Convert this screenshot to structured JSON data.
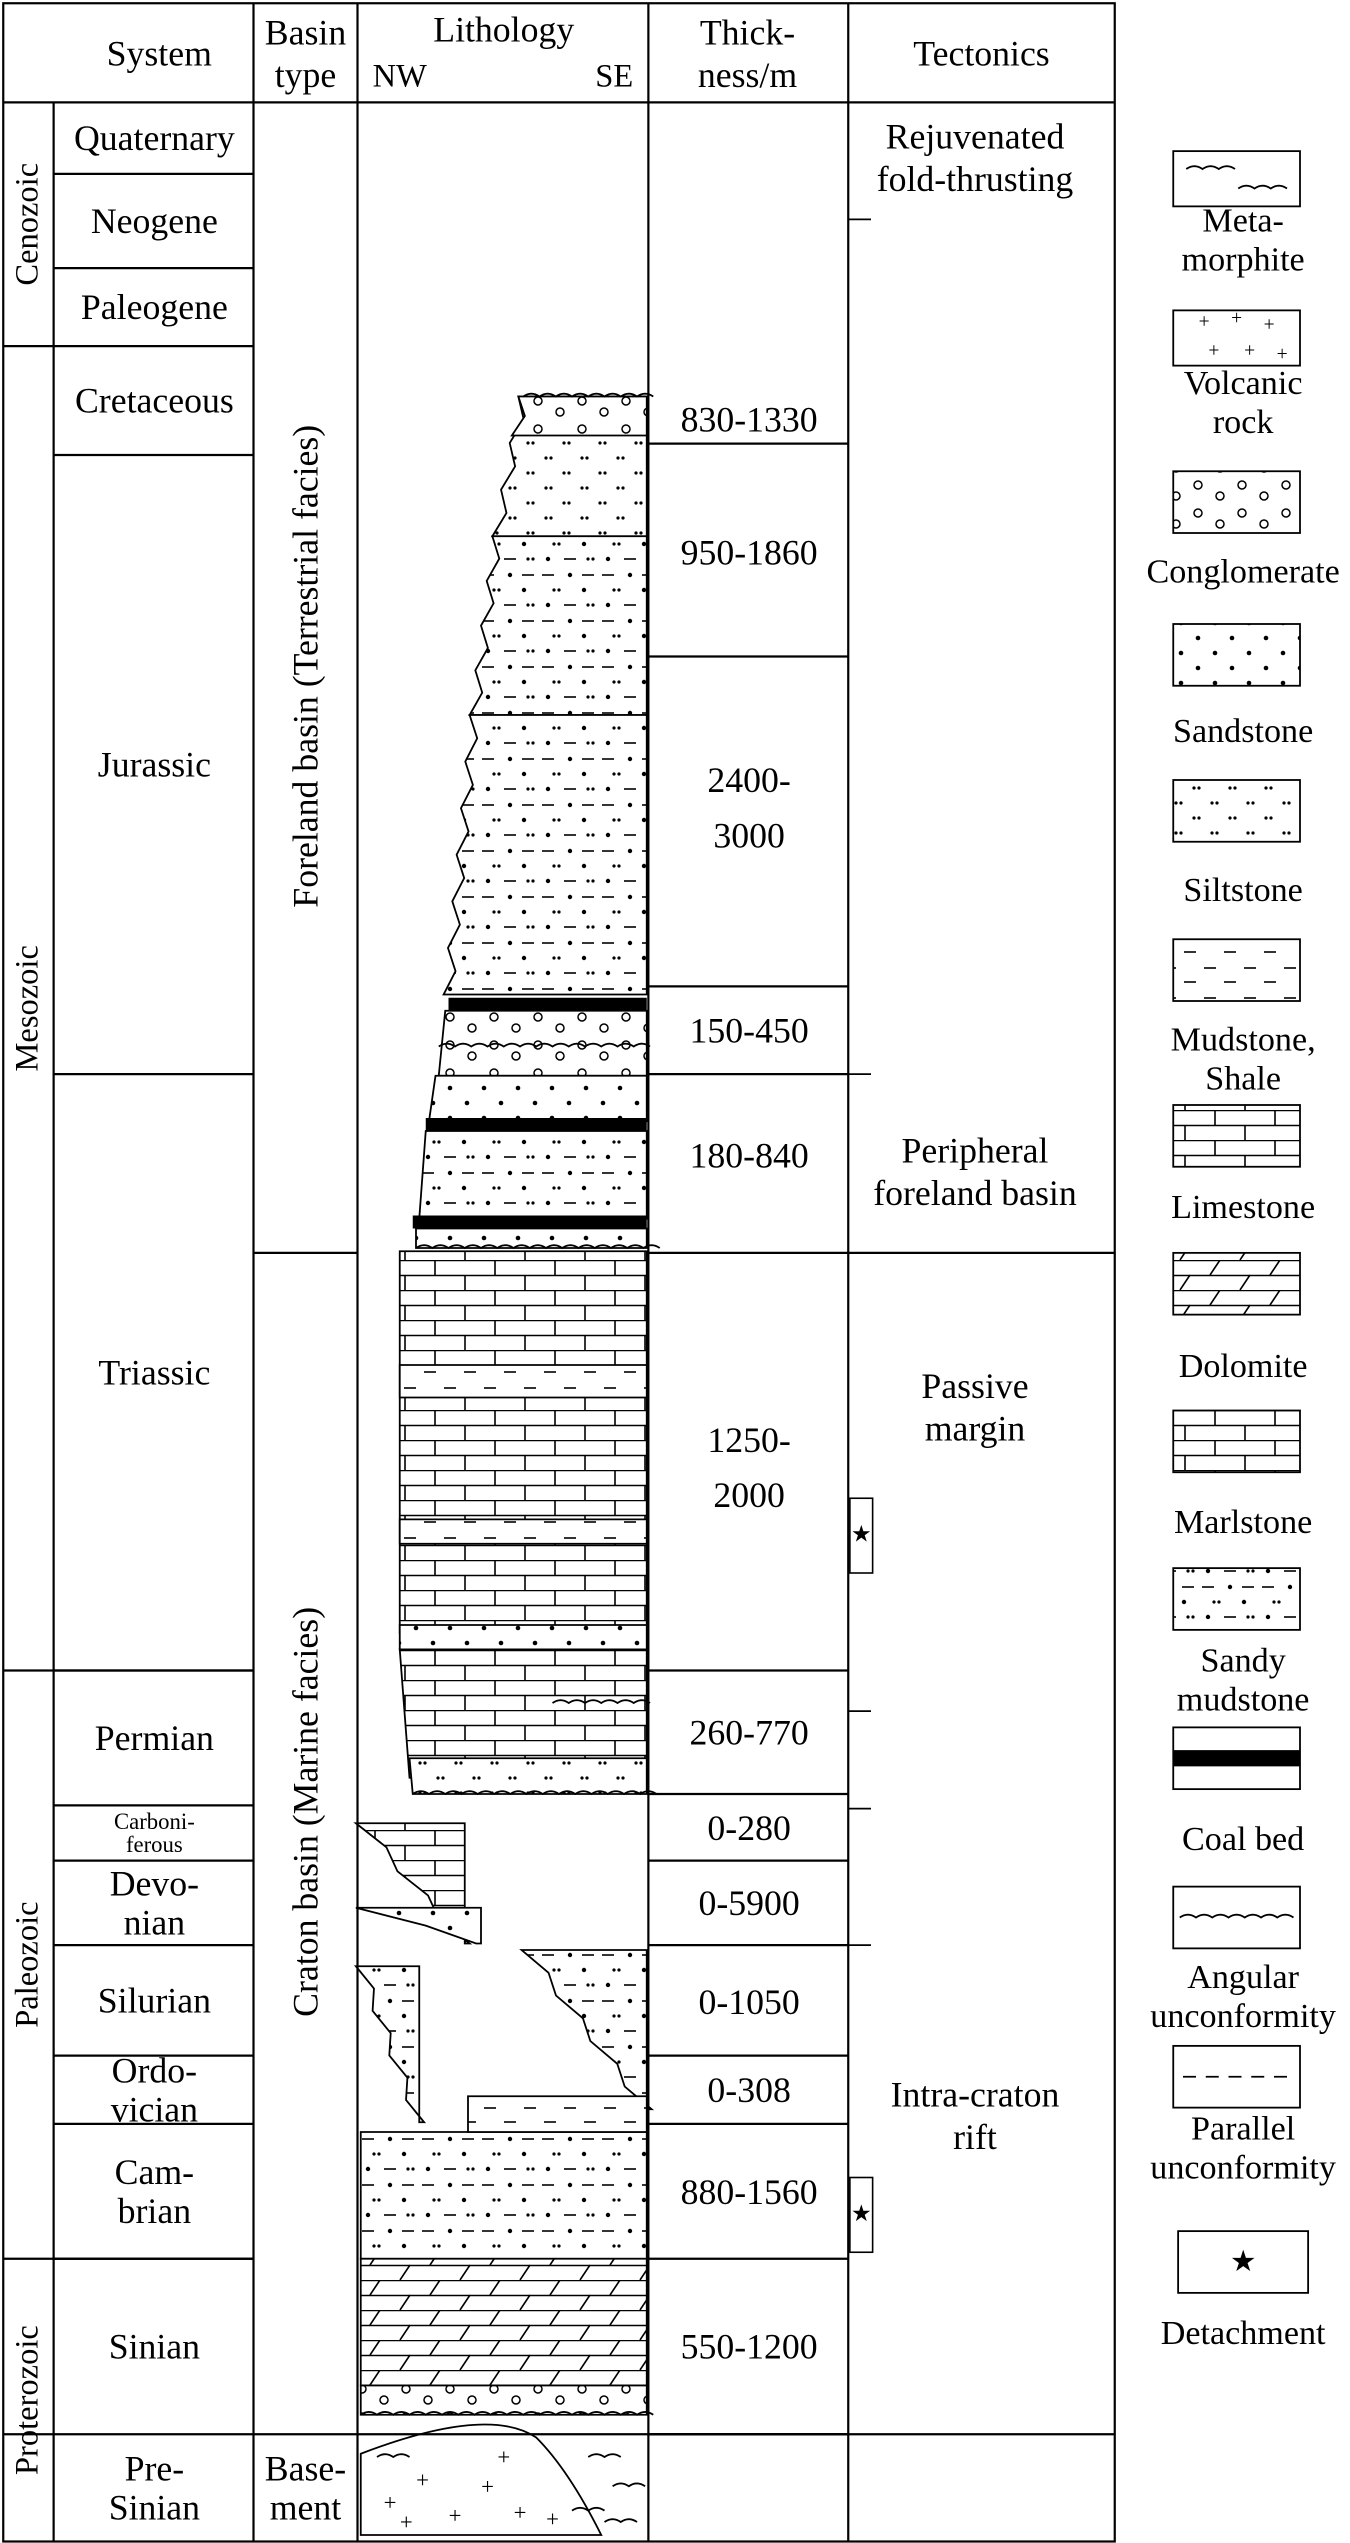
{
  "header": {
    "system": "System",
    "basin_type": [
      "Basin",
      "type"
    ],
    "lithology": "Lithology",
    "nw": "NW",
    "se": "SE",
    "thickness": [
      "Thick-",
      "ness/m"
    ],
    "tectonics": "Tectonics"
  },
  "eras": [
    {
      "id": "cenozoic",
      "label": "Cenozoic"
    },
    {
      "id": "mesozoic",
      "label": "Mesozoic"
    },
    {
      "id": "paleozoic",
      "label": "Paleozoic"
    },
    {
      "id": "proterozoic",
      "label": "Proterozoic"
    }
  ],
  "systems": [
    {
      "id": "quaternary",
      "lines": [
        "Quaternary"
      ]
    },
    {
      "id": "neogene",
      "lines": [
        "Neogene"
      ]
    },
    {
      "id": "paleogene",
      "lines": [
        "Paleogene"
      ]
    },
    {
      "id": "cretaceous",
      "lines": [
        "Cretaceous"
      ]
    },
    {
      "id": "jurassic",
      "lines": [
        "Jurassic"
      ]
    },
    {
      "id": "triassic",
      "lines": [
        "Triassic"
      ]
    },
    {
      "id": "permian",
      "lines": [
        "Permian"
      ]
    },
    {
      "id": "carboniferous",
      "lines": [
        "Carboni-",
        "ferous"
      ]
    },
    {
      "id": "devonian",
      "lines": [
        "Devo-",
        "nian"
      ]
    },
    {
      "id": "silurian",
      "lines": [
        "Silurian"
      ]
    },
    {
      "id": "ordovician",
      "lines": [
        "Ordo-",
        "vician"
      ]
    },
    {
      "id": "cambrian",
      "lines": [
        "Cam-",
        "brian"
      ]
    },
    {
      "id": "sinian",
      "lines": [
        "Sinian"
      ]
    },
    {
      "id": "pre-sinian",
      "lines": [
        "Pre-",
        "Sinian"
      ]
    }
  ],
  "basin_types": [
    {
      "id": "foreland",
      "label": "Foreland basin (Terrestrial facies)"
    },
    {
      "id": "craton",
      "label": "Craton basin (Marine facies)"
    },
    {
      "id": "basement",
      "lines": [
        "Base-",
        "ment"
      ]
    }
  ],
  "thickness": [
    {
      "id": "cretaceous",
      "lines": [
        "830-1330"
      ]
    },
    {
      "id": "jurassic-upper",
      "lines": [
        "950-1860"
      ]
    },
    {
      "id": "jurassic-middle",
      "lines": [
        "2400-",
        "3000"
      ]
    },
    {
      "id": "jurassic-lower",
      "lines": [
        "150-450"
      ]
    },
    {
      "id": "triassic-upper",
      "lines": [
        "180-840"
      ]
    },
    {
      "id": "triassic-lower",
      "lines": [
        "1250-",
        "2000"
      ]
    },
    {
      "id": "permian",
      "lines": [
        "260-770"
      ]
    },
    {
      "id": "carboniferous",
      "lines": [
        "0-280"
      ]
    },
    {
      "id": "devonian",
      "lines": [
        "0-5900"
      ]
    },
    {
      "id": "silurian",
      "lines": [
        "0-1050"
      ]
    },
    {
      "id": "ordovician",
      "lines": [
        "0-308"
      ]
    },
    {
      "id": "cambrian",
      "lines": [
        "880-1560"
      ]
    },
    {
      "id": "sinian",
      "lines": [
        "550-1200"
      ]
    }
  ],
  "tectonics": [
    {
      "id": "rejuvenated",
      "lines": [
        "Rejuvenated",
        "fold-thrusting"
      ]
    },
    {
      "id": "peripheral",
      "lines": [
        "Peripheral",
        "foreland basin"
      ]
    },
    {
      "id": "passive",
      "lines": [
        "Passive",
        "margin"
      ]
    },
    {
      "id": "intra-craton",
      "lines": [
        "Intra-craton",
        "rift"
      ]
    }
  ],
  "legend": [
    {
      "id": "metamorphite",
      "pattern": "metamorphite",
      "lines": [
        "Meta-",
        "morphite"
      ]
    },
    {
      "id": "volcanic",
      "pattern": "volcanic",
      "lines": [
        "Volcanic",
        "rock"
      ]
    },
    {
      "id": "conglomerate",
      "pattern": "conglomerate",
      "lines": [
        "Conglomerate"
      ]
    },
    {
      "id": "sandstone",
      "pattern": "sandstone",
      "lines": [
        "Sandstone"
      ]
    },
    {
      "id": "siltstone",
      "pattern": "siltstone",
      "lines": [
        "Siltstone"
      ]
    },
    {
      "id": "mudstone",
      "pattern": "mudstone",
      "lines": [
        "Mudstone,",
        "Shale"
      ]
    },
    {
      "id": "limestone",
      "pattern": "limestone",
      "lines": [
        "Limestone"
      ]
    },
    {
      "id": "dolomite",
      "pattern": "dolomite",
      "lines": [
        "Dolomite"
      ]
    },
    {
      "id": "marlstone",
      "pattern": "marlstone",
      "lines": [
        "Marlstone"
      ]
    },
    {
      "id": "sandy-mudstone",
      "pattern": "sandymud",
      "lines": [
        "Sandy",
        "mudstone"
      ]
    },
    {
      "id": "coal-bed",
      "pattern": "coal",
      "lines": [
        "Coal bed"
      ]
    },
    {
      "id": "angular-unconformity",
      "pattern": "angular",
      "lines": [
        "Angular",
        "unconformity"
      ]
    },
    {
      "id": "parallel-unconformity",
      "pattern": "parallel",
      "lines": [
        "Parallel",
        "unconformity"
      ]
    },
    {
      "id": "detachment",
      "pattern": "detachment",
      "lines": [
        "Detachment"
      ]
    }
  ]
}
